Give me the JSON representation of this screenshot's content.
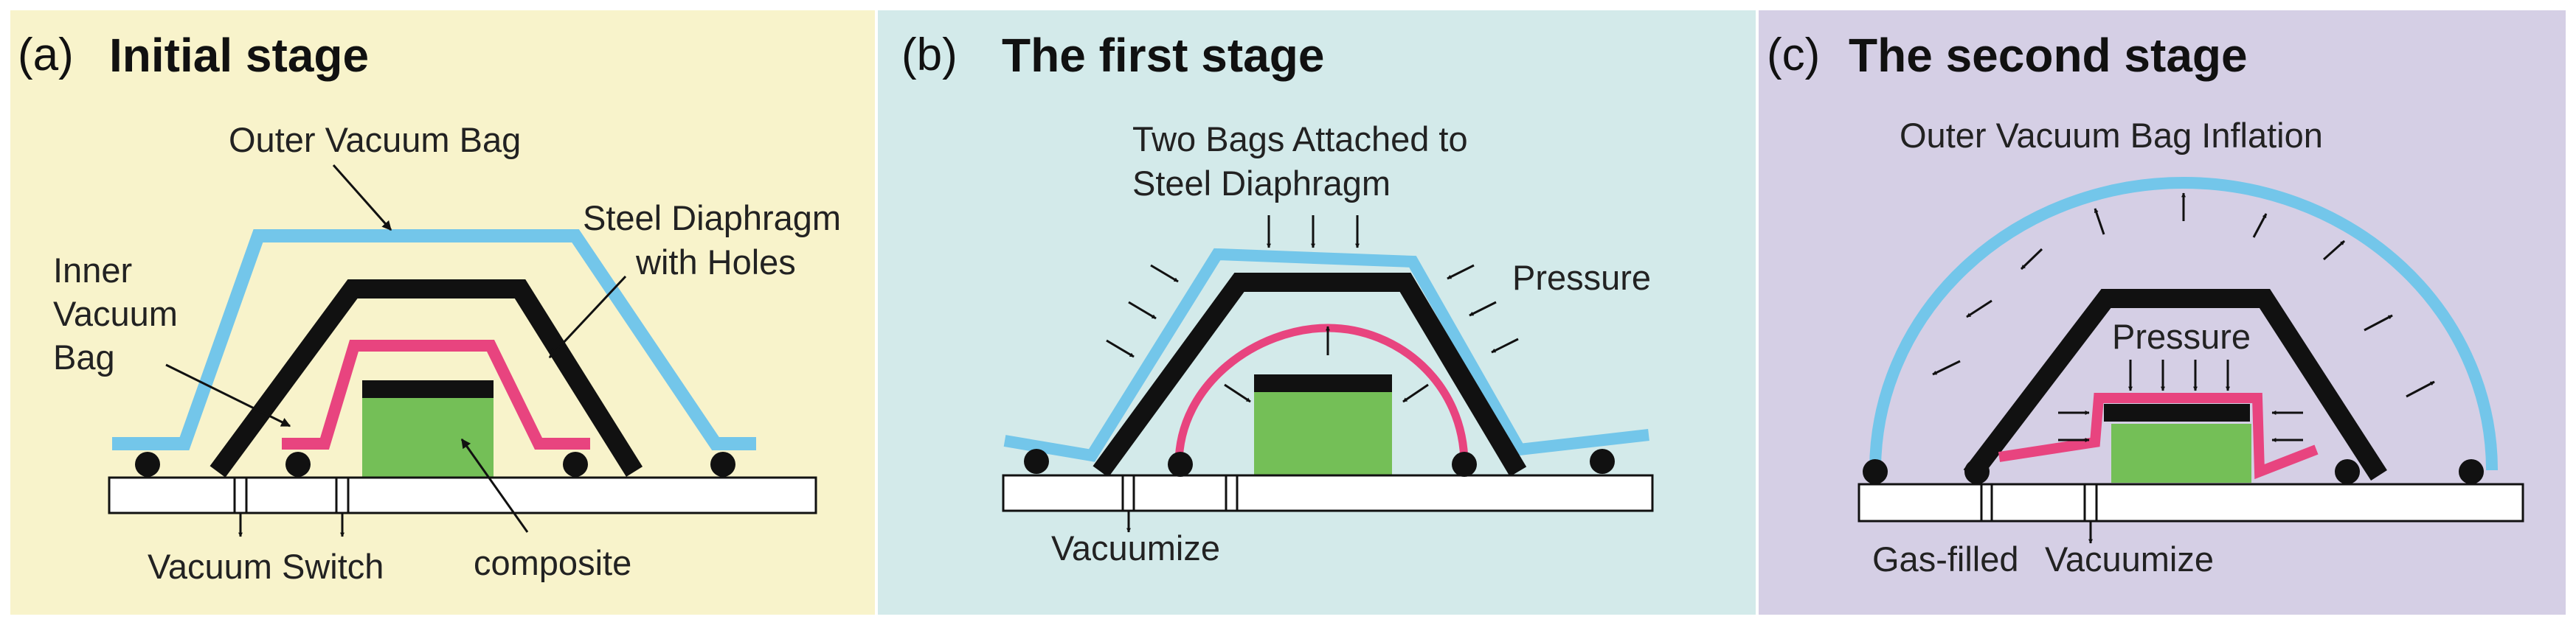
{
  "colors": {
    "panel_a_bg": "#f8f3cb",
    "panel_b_bg": "#d3eaea",
    "panel_c_bg": "#d5cfe5",
    "outer_bag": "#73c6ea",
    "inner_bag": "#e8447f",
    "diaphragm": "#111111",
    "composite": "#74bf57"
  },
  "panels": [
    {
      "letter": "(a)",
      "title": "Initial stage",
      "labels": {
        "outer_bag": "Outer Vacuum Bag",
        "diaphragm_line1": "Steel Diaphragm",
        "diaphragm_line2": "with Holes",
        "inner_line1": "Inner",
        "inner_line2": "Vacuum",
        "inner_line3": "Bag",
        "vacuum_switch": "Vacuum Switch",
        "composite": "composite"
      }
    },
    {
      "letter": "(b)",
      "title": "The first stage",
      "labels": {
        "attached_line1": "Two Bags Attached to",
        "attached_line2": "Steel Diaphragm",
        "pressure": "Pressure",
        "vacuumize": "Vacuumize"
      }
    },
    {
      "letter": "(c)",
      "title": "The second stage",
      "labels": {
        "inflation": "Outer Vacuum Bag Inflation",
        "pressure": "Pressure",
        "gas_filled": "Gas-filled",
        "vacuumize": "Vacuumize"
      }
    }
  ]
}
